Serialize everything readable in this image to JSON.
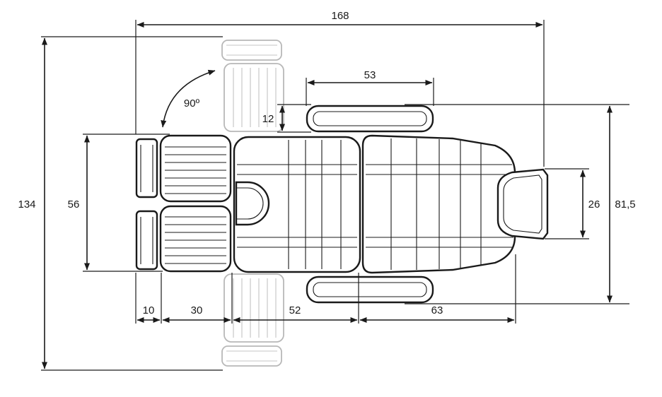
{
  "dimensions": {
    "overall_length": "168",
    "armrest_length": "53",
    "armrest_width": "12",
    "rotation_angle": "90º",
    "total_width": "134",
    "footrest_width": "56",
    "headrest_width": "26",
    "body_width": "81,5",
    "foot_end": "10",
    "leg_section": "30",
    "seat_section": "52",
    "back_section": "63"
  }
}
